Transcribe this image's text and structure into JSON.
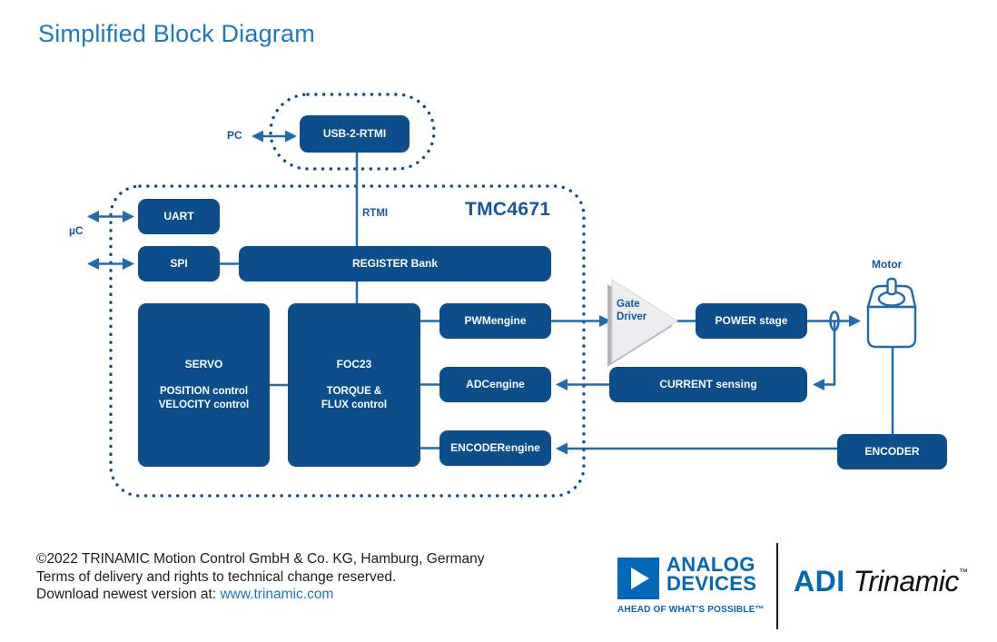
{
  "page": {
    "title": "Simplified Block Diagram",
    "footer": {
      "line1": "©2022 TRINAMIC Motion Control GmbH & Co. KG, Hamburg, Germany",
      "line2": "Terms of delivery and rights to technical change reserved.",
      "line3_prefix": "Download newest version at: ",
      "link": "www.trinamic.com"
    }
  },
  "diagram": {
    "chip_label": "TMC4671",
    "labels": {
      "pc": "PC",
      "uc": "µC",
      "rtmi": "RTMI",
      "motor": "Motor",
      "gate_driver_line1": "Gate",
      "gate_driver_line2": "Driver"
    },
    "blocks": {
      "usb": "USB-2-RTMI",
      "uart": "UART",
      "spi": "SPI",
      "register_bank": "REGISTER Bank",
      "servo_title": "SERVO",
      "servo_line1": "POSITION control",
      "servo_line2": "VELOCITY control",
      "foc_title": "FOC23",
      "foc_line1": "TORQUE &",
      "foc_line2": "FLUX control",
      "pwm": "PWMengine",
      "adc": "ADCengine",
      "encoder_engine": "ENCODERengine",
      "power_stage": "POWER stage",
      "current_sensing": "CURRENT sensing",
      "encoder": "ENCODER"
    },
    "colors": {
      "box": "#0c4e8c",
      "line": "#1e6bb0",
      "label": "#15599c",
      "title": "#1b79c0"
    }
  },
  "branding": {
    "adi_logo_line1": "ANALOG",
    "adi_logo_line2": "DEVICES",
    "adi_tagline": "AHEAD OF WHAT'S POSSIBLE™",
    "adi_short": "ADI",
    "trinamic": "Trinamic",
    "tm": "™",
    "adi_blue": "#0067b9"
  }
}
